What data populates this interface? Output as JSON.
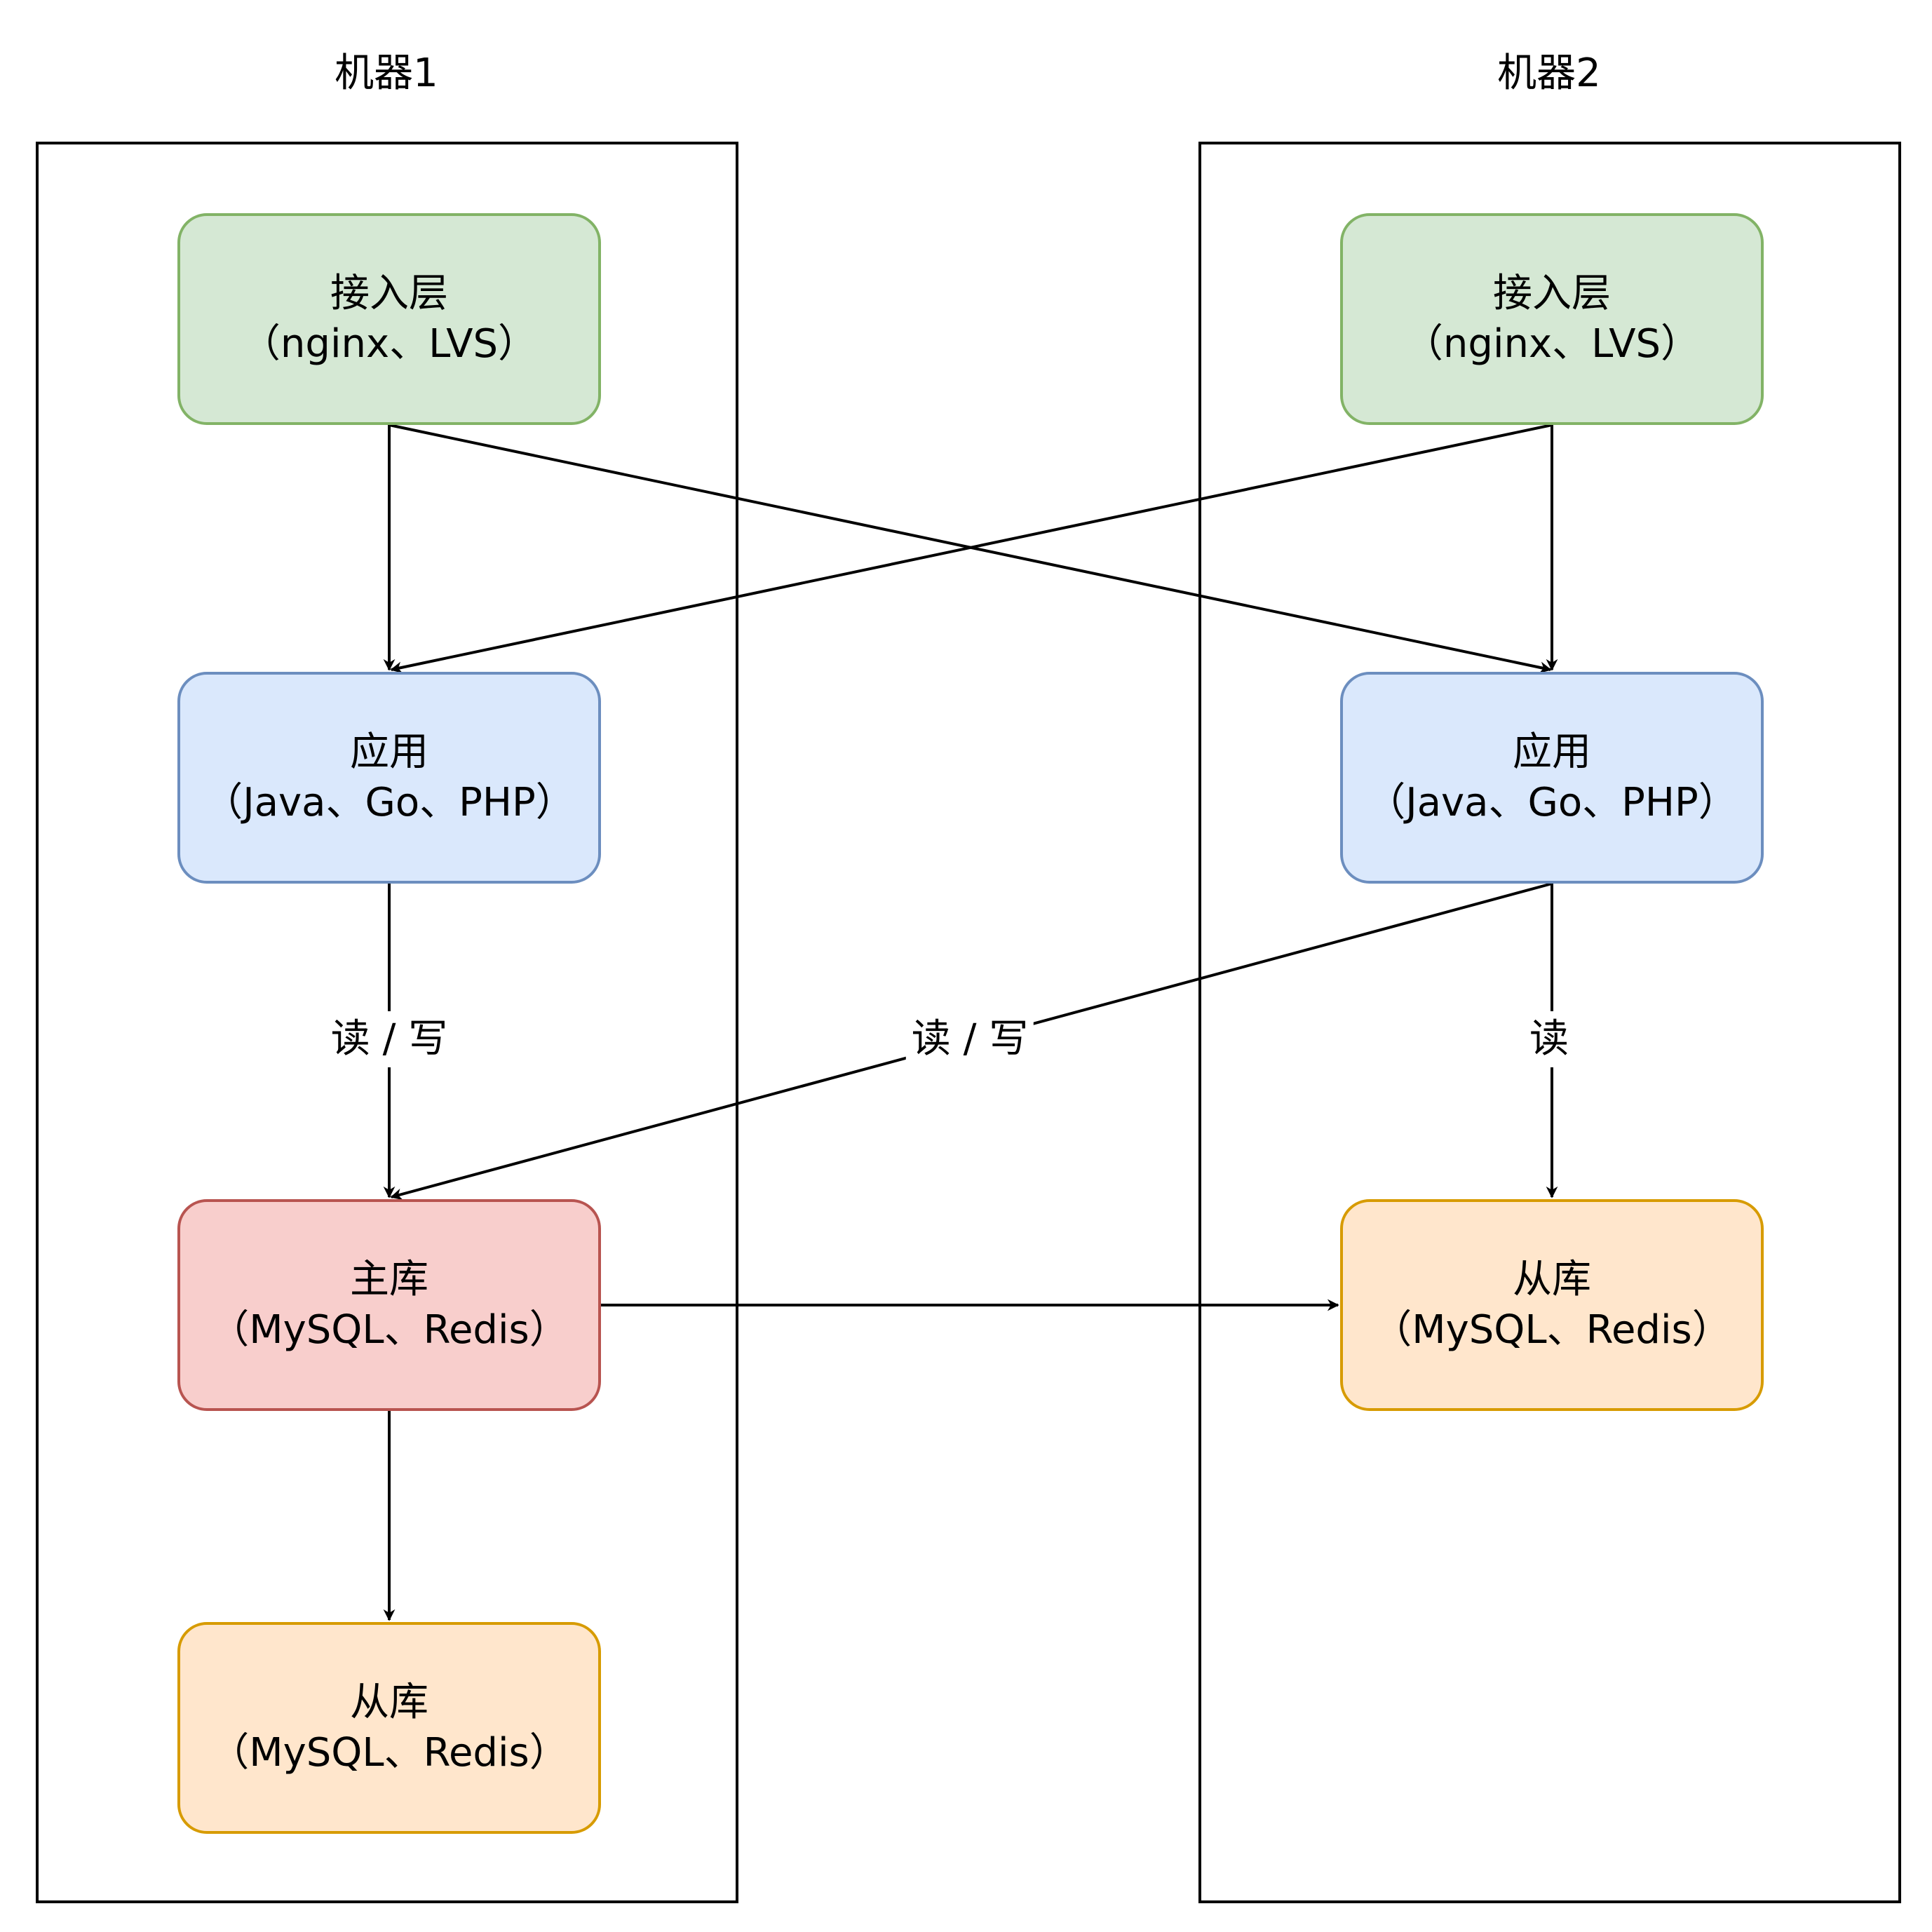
{
  "machines": [
    {
      "title": "机器1"
    },
    {
      "title": "机器2"
    }
  ],
  "nodes": {
    "access_1": {
      "name": "接入层",
      "detail": "（nginx、LVS）"
    },
    "access_2": {
      "name": "接入层",
      "detail": "（nginx、LVS）"
    },
    "app_1": {
      "name": "应用",
      "detail": "（Java、Go、PHP）"
    },
    "app_2": {
      "name": "应用",
      "detail": "（Java、Go、PHP）"
    },
    "master_1": {
      "name": "主库",
      "detail": "（MySQL、Redis）"
    },
    "replica_1": {
      "name": "从库",
      "detail": "（MySQL、Redis）"
    },
    "replica_2": {
      "name": "从库",
      "detail": "（MySQL、Redis）"
    }
  },
  "edge_labels": {
    "app1_to_master1": "读 / 写",
    "app2_to_master1": "读 / 写",
    "app2_to_replica2": "读"
  },
  "colors": {
    "access_fill": "#d5e8d4",
    "access_stroke": "#82b366",
    "app_fill": "#dae8fc",
    "app_stroke": "#6c8ebf",
    "master_fill": "#f8cecc",
    "master_stroke": "#b85450",
    "replica_fill": "#ffe6cc",
    "replica_stroke": "#d79b00",
    "edge": "#000000"
  }
}
